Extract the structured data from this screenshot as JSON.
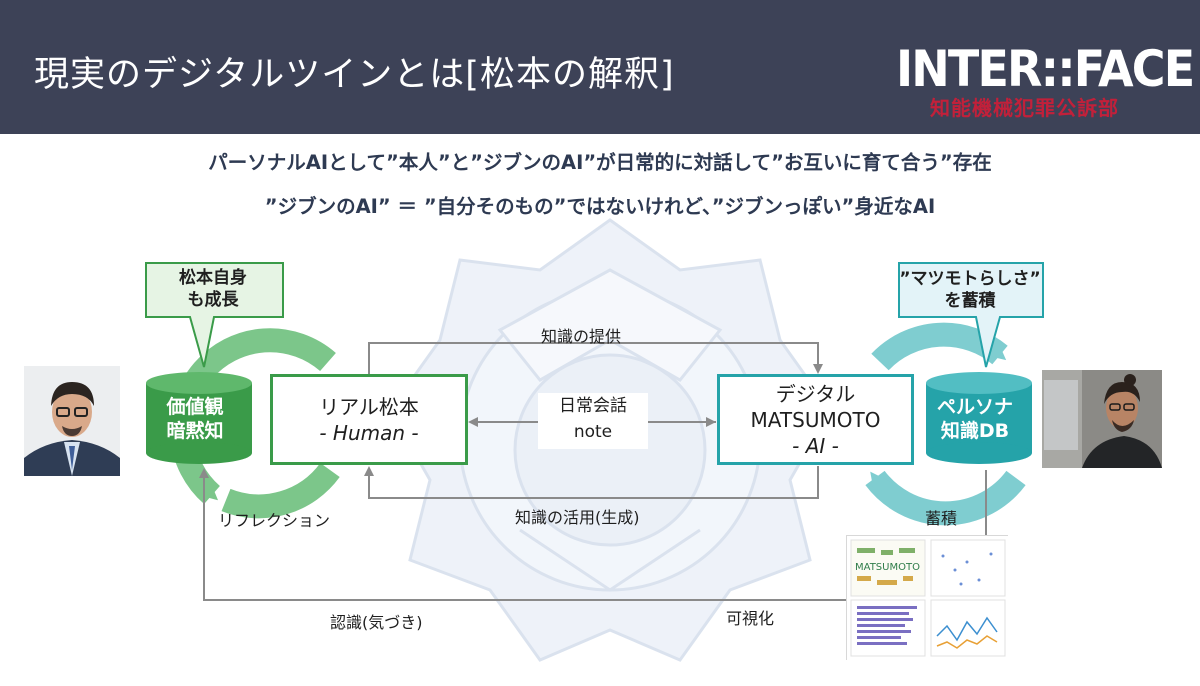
{
  "header": {
    "title": "現実のデジタルツインとは[松本の解釈]",
    "logo_main": "INTER::FACE",
    "logo_sub": "知能機械犯罪公訴部"
  },
  "lead": {
    "line1": "パーソナルAIとして”本人”と”ジブンのAI”が日常的に対話して”お互いに育て合う”存在",
    "line2": "”ジブンのAI” ＝ ”自分そのもの”ではないけれど、”ジブンっぽい”身近なAI"
  },
  "diagram": {
    "real_box": {
      "line1": "リアル松本",
      "line2": "- Human -"
    },
    "digital_box": {
      "line1": "デジタル",
      "line2": "MATSUMOTO",
      "line3": "- AI -"
    },
    "center": {
      "line1": "日常会話",
      "line2": "note"
    },
    "left_cylinder": {
      "line1": "価値観",
      "line2": "暗黙知"
    },
    "right_cylinder": {
      "line1": "ペルソナ",
      "line2": "知識DB"
    },
    "left_bubble": {
      "line1": "松本自身",
      "line2": "も成長"
    },
    "right_bubble": {
      "line1": "”マツモトらしさ”",
      "line2": "を蓄積"
    },
    "labels": {
      "provide": "知識の提供",
      "use": "知識の活用(生成)",
      "reflection": "リフレクション",
      "accumulate": "蓄積",
      "recognition": "認識(気づき)",
      "visualize": "可視化"
    },
    "wordcloud_word": "MATSUMOTO"
  },
  "colors": {
    "header_bg": "#3d4257",
    "lead_text": "#2e3a52",
    "green": "#3a9b49",
    "green_light": "#7cc68a",
    "teal": "#25a3a9",
    "teal_light": "#7fcdd0",
    "left_bubble_fill": "#e6f4e4",
    "right_bubble_fill": "#e3f3f8",
    "arrow": "#8a8a8a",
    "logo_accent": "#c2203a"
  }
}
